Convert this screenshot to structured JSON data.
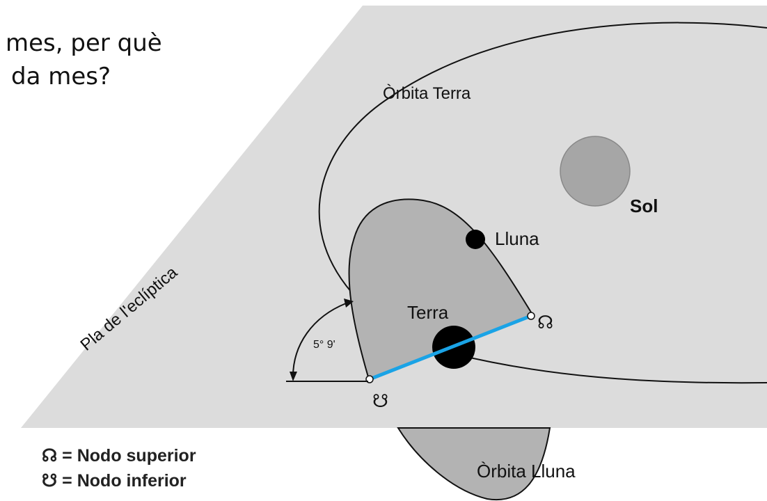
{
  "question": {
    "line1": "mes, per què",
    "line2": "da mes?"
  },
  "labels": {
    "plane": "Pla de l'eclíptica",
    "earth_orbit": "Òrbita Terra",
    "sun": "Sol",
    "moon": "Lluna",
    "earth": "Terra",
    "angle": "5° 9'",
    "moon_orbit": "Òrbita Lluna",
    "ascending_symbol": "☊",
    "descending_symbol": "☋"
  },
  "legend": [
    {
      "symbol": "☊",
      "text": "= Nodo superior"
    },
    {
      "symbol": "☋",
      "text": "= Nodo inferior"
    }
  ],
  "colors": {
    "plane": "#dcdcdc",
    "moon_orbit_fill": "#b3b3b3",
    "sun": "#a6a6a6",
    "node_line": "#1aa3e6",
    "bodies": "#000000"
  }
}
